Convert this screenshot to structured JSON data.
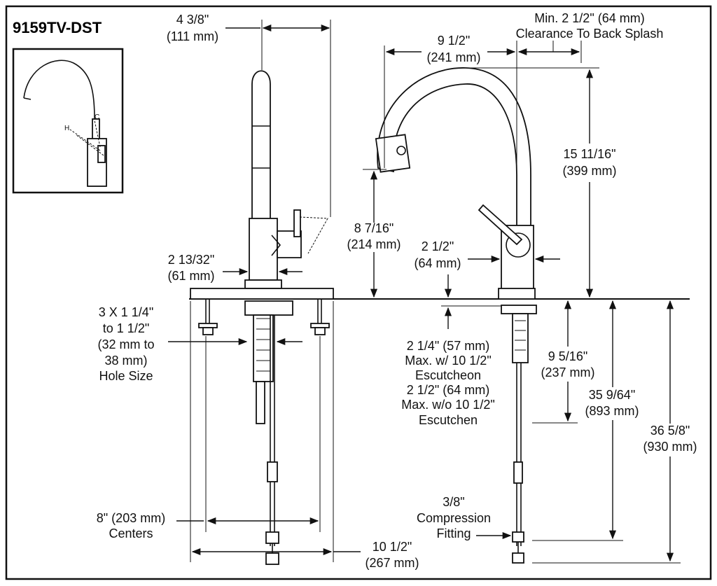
{
  "model": "9159TV-DST",
  "inset": {
    "hot_label": "H",
    "cold_label": "C"
  },
  "dimensions": {
    "top_width": [
      "4 3/8\"",
      "(111 mm)"
    ],
    "reach": [
      "9 1/2\"",
      "(241 mm)"
    ],
    "clearance": [
      "Min. 2 1/2\" (64 mm)",
      "Clearance To Back Splash"
    ],
    "height_total": [
      "15 11/16\"",
      "(399 mm)"
    ],
    "spout_height": [
      "8 7/16\"",
      "(214 mm)"
    ],
    "base_depth": [
      "2 1/2\"",
      "(64 mm)"
    ],
    "base_width": [
      "2 13/32\"",
      "(61 mm)"
    ],
    "hole_size": [
      "3 X 1 1/4\"",
      "to 1 1/2\"",
      "(32 mm to",
      "38 mm)",
      "Hole Size"
    ],
    "deck_thickness": [
      "2 1/4\" (57 mm)",
      "Max. w/ 10 1/2\"",
      "Escutcheon",
      "2 1/2\" (64 mm)",
      "Max. w/o 10 1/2\"",
      "Escutchen"
    ],
    "shank_length": [
      "9 5/16\"",
      "(237 mm)"
    ],
    "hose_length_1": [
      "35 9/64\"",
      "(893 mm)"
    ],
    "hose_length_2": [
      "36 5/8\"",
      "(930 mm)"
    ],
    "centers": [
      "8\" (203 mm)",
      "Centers"
    ],
    "plate_width": [
      "10 1/2\"",
      "(267 mm)"
    ],
    "compression": [
      "3/8\"",
      "Compression",
      "Fitting"
    ]
  }
}
